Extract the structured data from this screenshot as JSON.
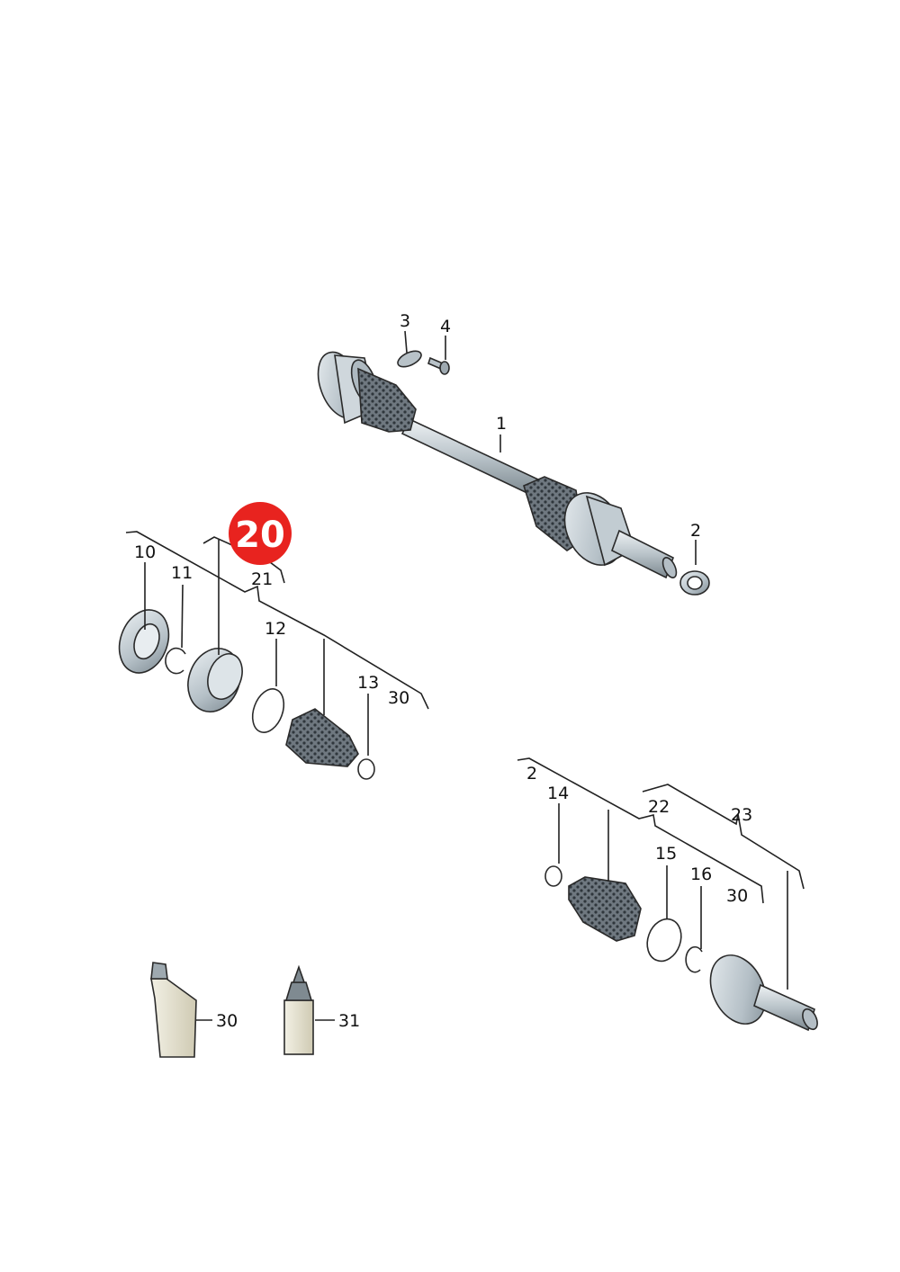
{
  "callouts": {
    "c1": "1",
    "c2a": "2",
    "c2b": "2",
    "c3": "3",
    "c4": "4",
    "c10": "10",
    "c11": "11",
    "c12": "12",
    "c13": "13",
    "c14": "14",
    "c15": "15",
    "c16": "16",
    "c21": "21",
    "c22": "22",
    "c23": "23",
    "c30a": "30",
    "c30b": "30",
    "c30c": "30",
    "c31": "31"
  },
  "highlight": {
    "label": "20",
    "color": "#e8231f"
  },
  "colors": {
    "boot": "#6f7880",
    "metal": "#c9d2d8",
    "metal_dark": "#8e9aa3",
    "tube": "#e6e3d2"
  }
}
